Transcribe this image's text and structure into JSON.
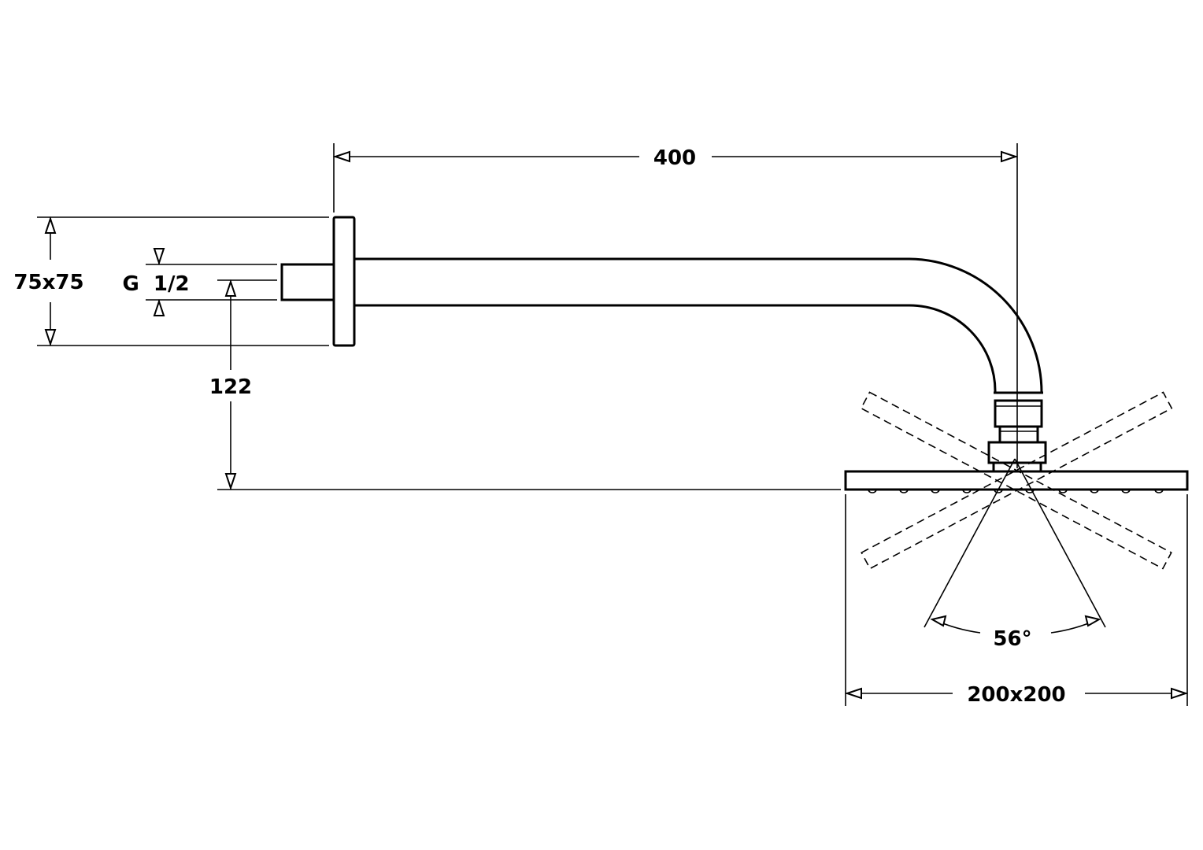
{
  "dimensions": {
    "arm_length": "400",
    "flange_size": "75x75",
    "thread": "G  1/2",
    "height_offset": "122",
    "spray_angle": "56°",
    "head_size": "200x200"
  }
}
